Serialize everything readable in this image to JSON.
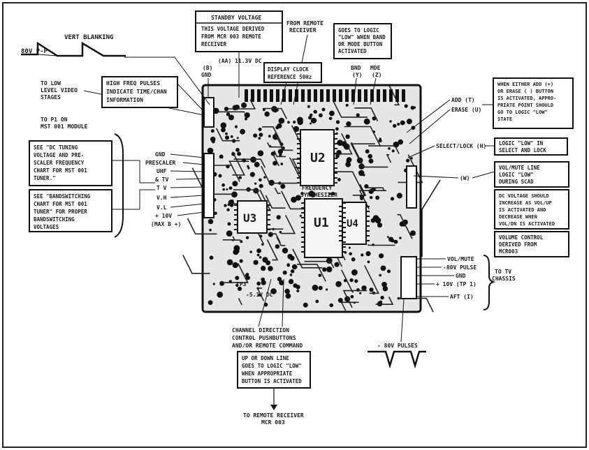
{
  "labels": {
    "vert_blanking": "VERT BLANKING",
    "v_pp": "80V P-P",
    "to_low_level": [
      "TO LOW",
      "LEVEL VIDEO",
      "STAGES"
    ],
    "high_freq": [
      "HIGH FREQ PULSES",
      "INDICATE TIME/CHAN",
      "INFORMATION"
    ],
    "standby_title": "STANDBY VOLTAGE",
    "standby_body": [
      "THIS VOLTAGE DERIVED",
      "FROM MCR 003 REMOTE",
      "RECEIVER"
    ],
    "from_remote": [
      "FROM REMOTE",
      "RECEIVER"
    ],
    "aa_voltage": "(AA) 11.3V DC",
    "b_gnd": [
      "(B)",
      "GND"
    ],
    "display_clock": [
      "DISPLAY CLOCK",
      "REFERENCE 50Hz"
    ],
    "logic_low": [
      "GOES TO LOGIC",
      "\"LOW\" WHEN BAND",
      "OR MODE BUTTON",
      "ACTIVATED"
    ],
    "band_mode": [
      "BND",
      "MDE"
    ],
    "band_mode_sub": [
      "(Y)",
      "(Z)"
    ],
    "add": "ADD (T)",
    "erase": "ERASE (U)",
    "when_either": [
      "WHEN EITHER ADD (+)",
      "OR ERASE (  ) BUTTON",
      "IS ACTIVATED, APPRO-",
      "PRIATE POINT SHOULD",
      "GO TO LOGIC \"LOW\"",
      "STATE"
    ],
    "to_p1": [
      "TO P1 ON",
      "MST 001 MODULE"
    ],
    "see_dc": [
      "SEE \"DC TUNING",
      "VOLTAGE AND PRE-",
      "SCALER FREQUENCY",
      "CHART FOR MST 001",
      "TUNER.\""
    ],
    "pins": [
      "GND",
      "PRESCALER",
      "UHF",
      "& TV",
      "T V",
      "V.H",
      "V.L",
      "+ 10V"
    ],
    "max_b": "(MAX B +)",
    "see_band": [
      "SEE \"BANDSWITCHING",
      "CHART FOR MST 001",
      "TUNER\" FOR PROPER",
      "BANDSWITCHING",
      "VOLTAGES"
    ],
    "select_lock": "SELECT/LOCK (H)",
    "logic_select": [
      "LOGIC \"LOW\" IN",
      "SELECT AND LOCK"
    ],
    "w_tag": "(W)",
    "vol_mute_line": [
      "VOL/MUTE LINE",
      "LOGIC \"LOW\"",
      "DURING SCAD"
    ],
    "dc_voltage": [
      "DC VOLTAGE SHOULD",
      "INCREASE AS VOL/UP",
      "IS ACTIVATED AND",
      "DECREASE WHEN",
      "VOL/DN IS ACTIVATED"
    ],
    "volume_control": [
      "VOLUME CONTROL",
      "DERIVED FROM",
      "MCR003"
    ],
    "right_pins": [
      "VOL/MUTE",
      "-80V PULSE",
      "GND",
      "+ 10V (TP 1)",
      "AFT (I)"
    ],
    "to_tv": [
      "TO TV",
      "CHASSIS"
    ],
    "channel_direction": [
      "CHANNEL DIRECTION",
      "CONTROL PUSHBUTTONS",
      "AND/OR REMOTE COMMAND"
    ],
    "up_down": [
      "UP OR DOWN LINE",
      "GOES TO LOGIC \"LOW\"",
      "WHEN APPROPRIATE",
      "BUTTON IS ACTIVATED"
    ],
    "to_remote": [
      "TO REMOTE RECEIVER",
      "MCR 003"
    ],
    "pulses": "- 80V PULSES",
    "board_texts": [
      "FREQUENCY",
      "SYNTHESIZER",
      "U2",
      "U3",
      "U1",
      "U4",
      "TP3",
      "-5.1V DC"
    ]
  }
}
